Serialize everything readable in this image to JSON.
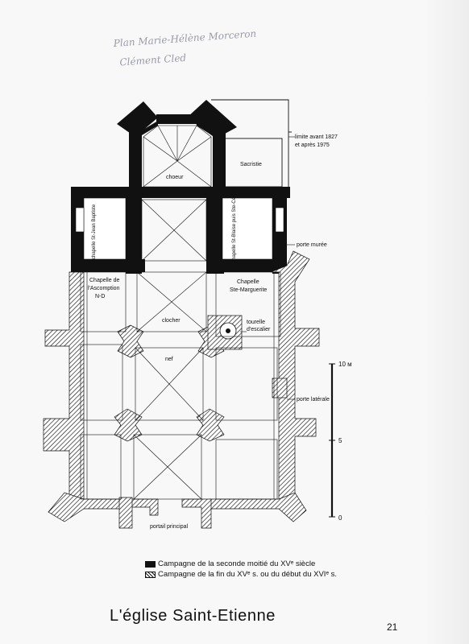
{
  "annotation": {
    "line1": "Plan Marie-Hélène Morceron",
    "line2": "Clément Cled"
  },
  "labels": {
    "choeur": "choeur",
    "sacristie": "Sacristie",
    "chapelle_left": "chapelle St-Jean Baptiste",
    "chapelle_right": "chapelle St-Blaise puis Ste-Cécile",
    "assomption_1": "Chapelle de",
    "assomption_2": "l'Ascomption",
    "assomption_3": "N-D",
    "marguerite_1": "Chapelle",
    "marguerite_2": "Ste-Marguerite",
    "clocher": "clocher",
    "tourelle_1": "tourelle",
    "tourelle_2": "d'escalier",
    "nef": "nef",
    "limite_1": "limite avant 1827",
    "limite_2": "et après 1975",
    "porte_muree": "porte murée",
    "porte_laterale": "porte latérale",
    "portail": "portail principal"
  },
  "scale": {
    "top": "10 м",
    "mid": "5",
    "bottom": "0"
  },
  "legend": {
    "solid": "Campagne de la seconde moitié du XVᵉ siècle",
    "hatched": "Campagne de la fin du XVᵉ s. ou du début du XVIᵉ s."
  },
  "colors": {
    "ink": "#111111",
    "pencil": "#9a9aa8"
  },
  "title": "L'église Saint-Etienne",
  "page_number": "21"
}
